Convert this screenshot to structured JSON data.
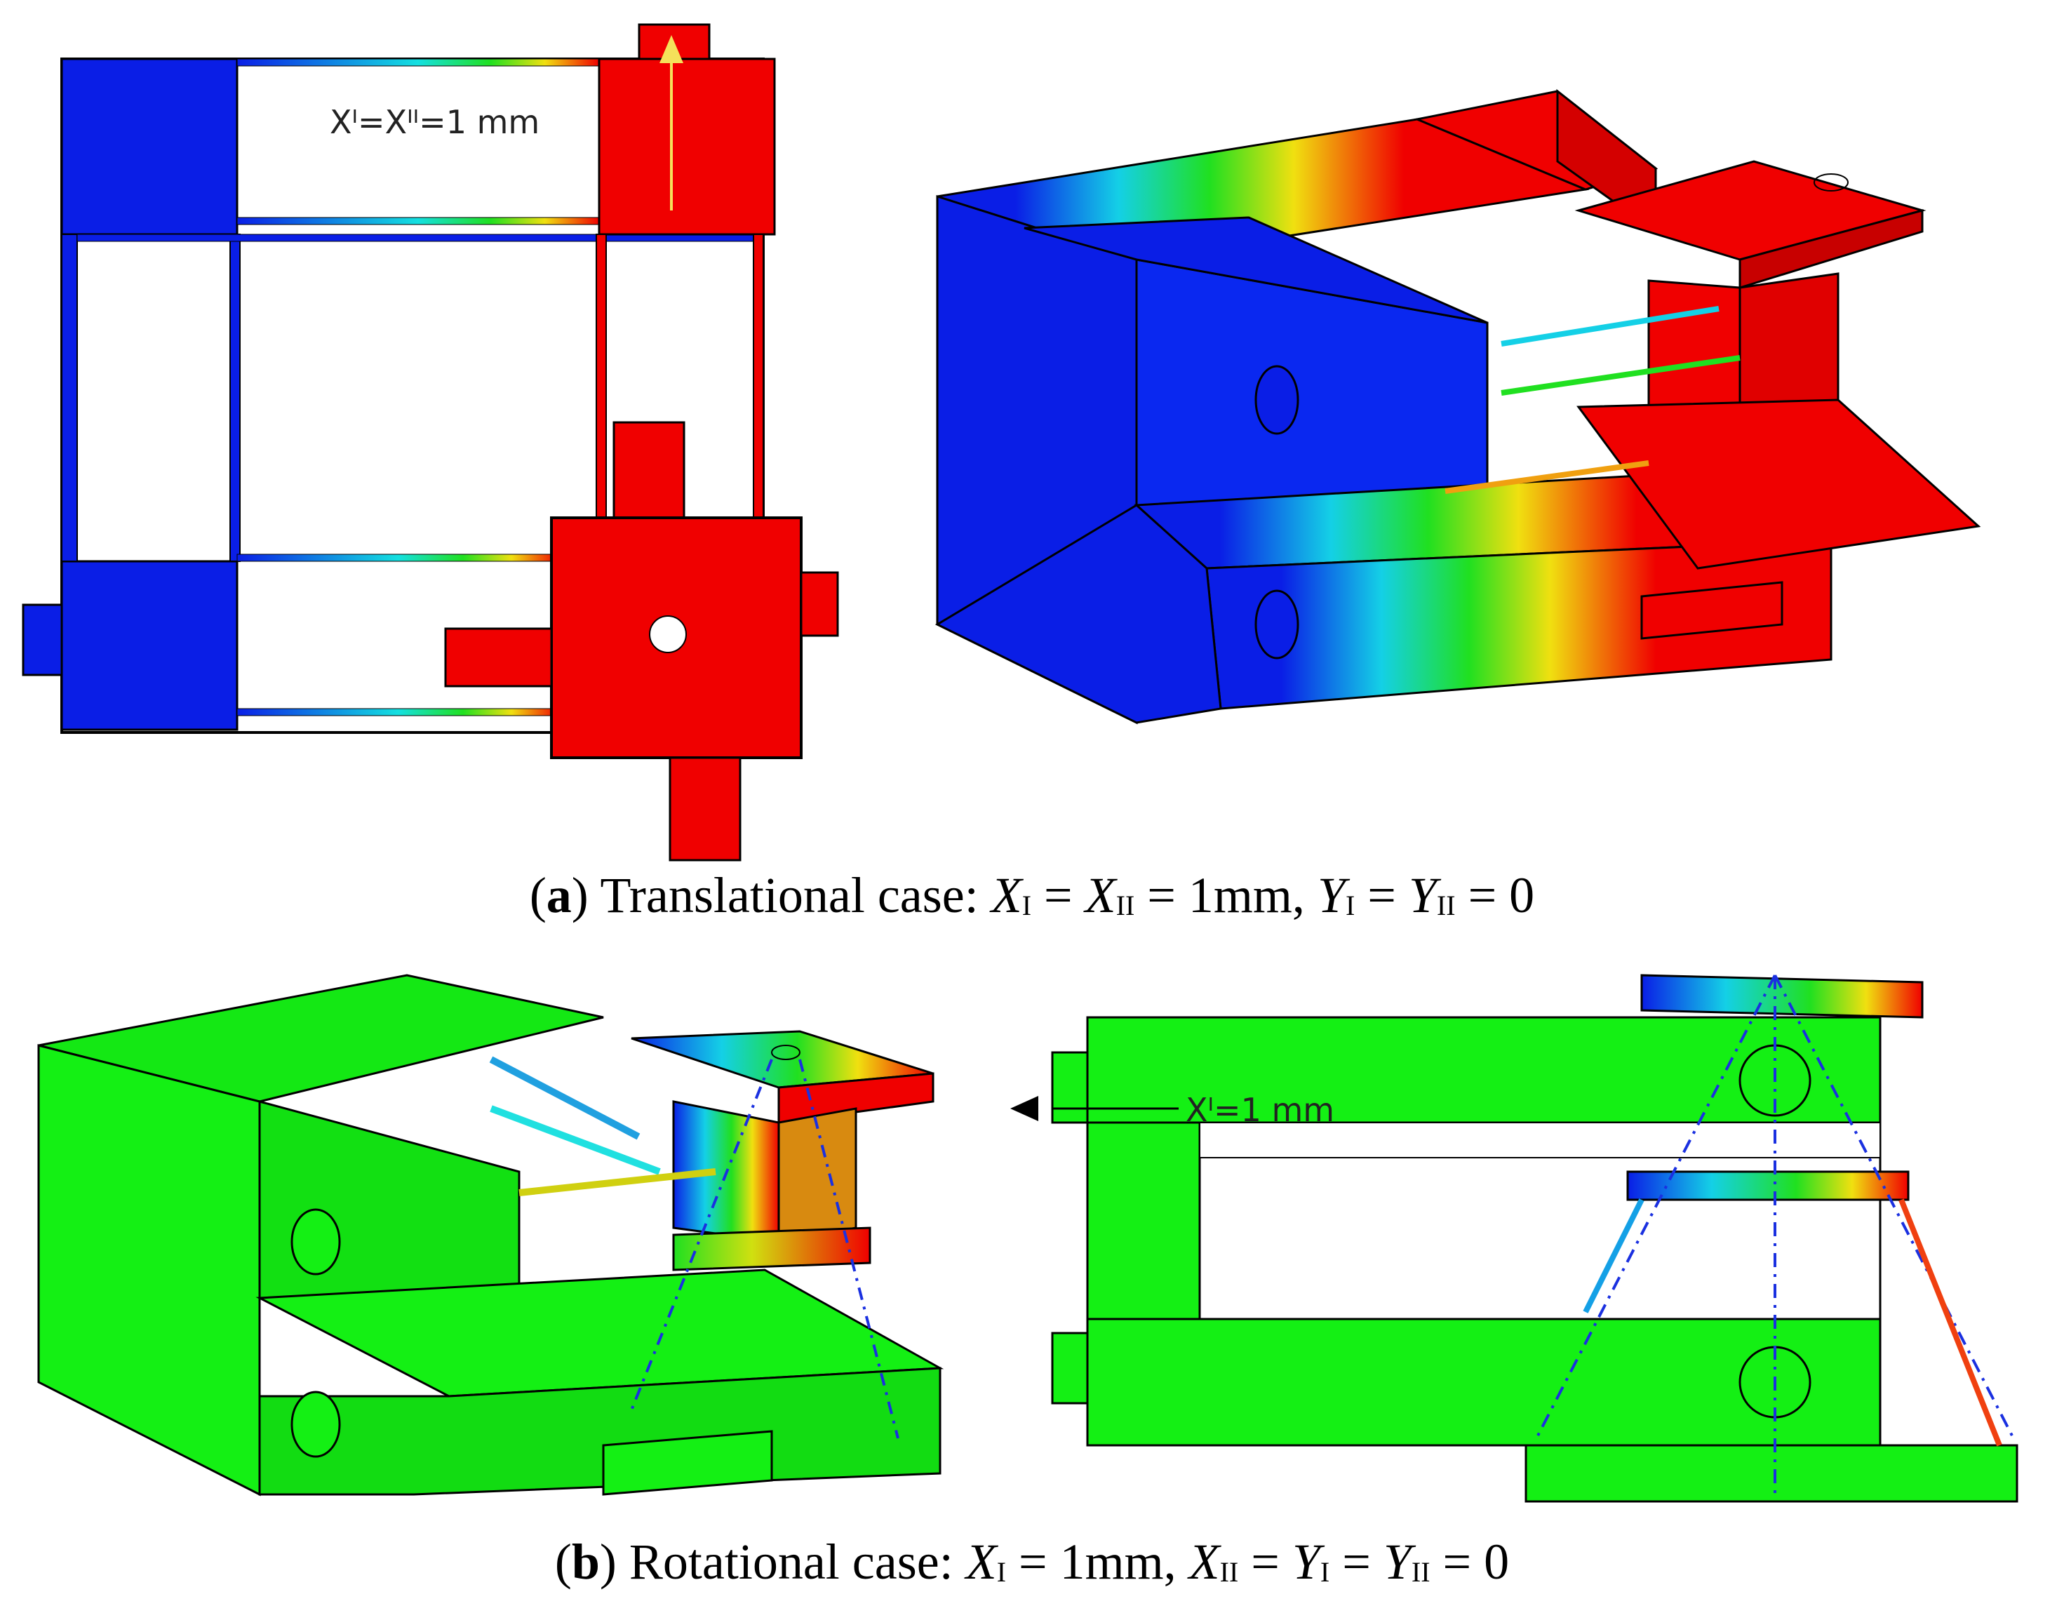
{
  "panel_a": {
    "tag": "a",
    "caption_text": "Translational case:",
    "caption_parts": {
      "x1": "X",
      "x1_sub": "I",
      "eq1": " = ",
      "x2": "X",
      "x2_sub": "II",
      "val1": " = 1mm, ",
      "y1": "Y",
      "y1_sub": "I",
      "eq2": " = ",
      "y2": "Y",
      "y2_sub": "II",
      "val2": " = 0"
    },
    "annotation": "Xᴵ=Xᴵᴵ=1 mm"
  },
  "panel_b": {
    "tag": "b",
    "caption_text": "Rotational case:",
    "caption_parts": {
      "x1": "X",
      "x1_sub": "I",
      "val1": " = 1mm, ",
      "x2": "X",
      "x2_sub": "II",
      "eq1": " = ",
      "y1": "Y",
      "y1_sub": "I",
      "eq2": " = ",
      "y2": "Y",
      "y2_sub": "II",
      "val2": " = 0"
    },
    "annotation": "Xᴵ=1 mm"
  },
  "colors": {
    "fixed_blue": "#0a1ee6",
    "moved_red": "#f00000",
    "green": "#14f014",
    "orange": "#d88a10",
    "outline": "#000000"
  }
}
